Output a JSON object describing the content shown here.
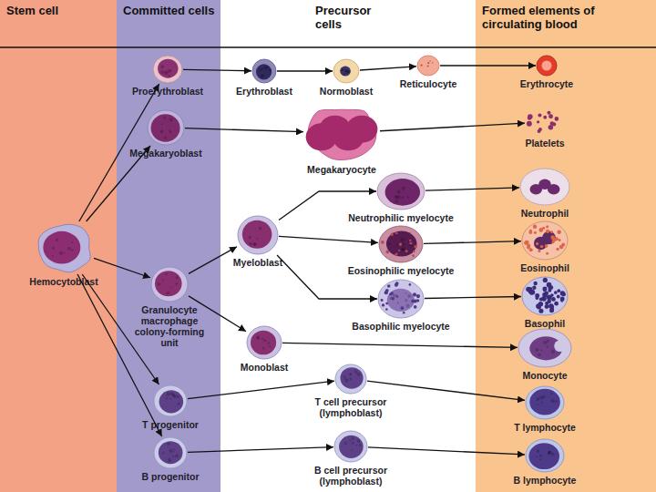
{
  "diagram": {
    "nodes": [
      {
        "text": [
          "Stem cell"
        ]
      },
      {
        "text": [
          "Hemocytoblast"
        ],
        "in": 0
      },
      {
        "text": [
          "Committed cells"
        ]
      },
      {
        "text": [
          "Proerythroblast"
        ],
        "in": 2
      },
      {
        "text": [
          "Megakaryoblast"
        ],
        "in": 2
      },
      {
        "text": [
          "Granulocyte macrophage colony-forming unit"
        ],
        "in": 2
      },
      {
        "text": [
          "T progenitor"
        ],
        "in": 2
      },
      {
        "text": [
          "B progenitor"
        ],
        "in": 2
      },
      {
        "text": [
          "Erythroblast"
        ]
      },
      {
        "text": [
          "Normoblast"
        ]
      },
      {
        "text": [
          "Reticulocyte"
        ]
      },
      {
        "text": [
          "Megakaryocyte"
        ]
      },
      {
        "text": [
          "Myeloblast"
        ]
      },
      {
        "text": [
          "Neutrophilic myelocyte"
        ]
      },
      {
        "text": [
          "Eosinophilic myelocyte"
        ]
      },
      {
        "text": [
          "Basophilic myelocyte"
        ]
      },
      {
        "text": [
          "Monoblast"
        ]
      },
      {
        "text": [
          "T cell precursor (lymphoblast)"
        ]
      },
      {
        "text": [
          "B cell precursor (lymphoblast)"
        ]
      },
      {
        "text": [
          "Formed elements of circulating blood"
        ]
      },
      {
        "text": [
          "Erythrocyte"
        ],
        "in": 19
      },
      {
        "text": [
          "Platelets"
        ],
        "in": 19
      },
      {
        "text": [
          "Neutrophil"
        ],
        "in": 19
      },
      {
        "text": [
          "Eosinophil"
        ],
        "in": 19
      },
      {
        "text": [
          "Basophil"
        ],
        "in": 19
      },
      {
        "text": [
          "Monocyte"
        ],
        "in": 19
      },
      {
        "text": [
          "T lymphocyte"
        ],
        "in": 19
      },
      {
        "text": [
          "B lymphocyte"
        ],
        "in": 19
      }
    ],
    "edges": [
      {
        "from": 1,
        "to": 3,
        "arrow": "to"
      },
      {
        "from": 1,
        "to": 4,
        "arrow": "to"
      },
      {
        "from": 1,
        "to": 5,
        "arrow": "to"
      },
      {
        "from": 1,
        "to": 6,
        "arrow": "to"
      },
      {
        "from": 1,
        "to": 7,
        "arrow": "to"
      },
      {
        "from": 3,
        "to": 8,
        "arrow": "to"
      },
      {
        "from": 8,
        "to": 9,
        "arrow": "to"
      },
      {
        "from": 9,
        "to": 10,
        "arrow": "to"
      },
      {
        "from": 10,
        "to": 20,
        "arrow": "to"
      },
      {
        "from": 4,
        "to": 11,
        "arrow": "to"
      },
      {
        "from": 11,
        "to": 21,
        "arrow": "to"
      },
      {
        "from": 5,
        "to": 12,
        "arrow": "to"
      },
      {
        "from": 5,
        "to": 16,
        "arrow": "to"
      },
      {
        "from": 12,
        "to": 13,
        "arrow": "to"
      },
      {
        "from": 12,
        "to": 14,
        "arrow": "to"
      },
      {
        "from": 12,
        "to": 15,
        "arrow": "to"
      },
      {
        "from": 13,
        "to": 22,
        "arrow": "to"
      },
      {
        "from": 14,
        "to": 23,
        "arrow": "to"
      },
      {
        "from": 15,
        "to": 24,
        "arrow": "to"
      },
      {
        "from": 16,
        "to": 25,
        "arrow": "to"
      },
      {
        "from": 6,
        "to": 17,
        "arrow": "to"
      },
      {
        "from": 17,
        "to": 26,
        "arrow": "to"
      },
      {
        "from": 7,
        "to": 18,
        "arrow": "to"
      },
      {
        "from": 18,
        "to": 27,
        "arrow": "to"
      }
    ],
    "labels": [
      "Precursor cells"
    ]
  }
}
